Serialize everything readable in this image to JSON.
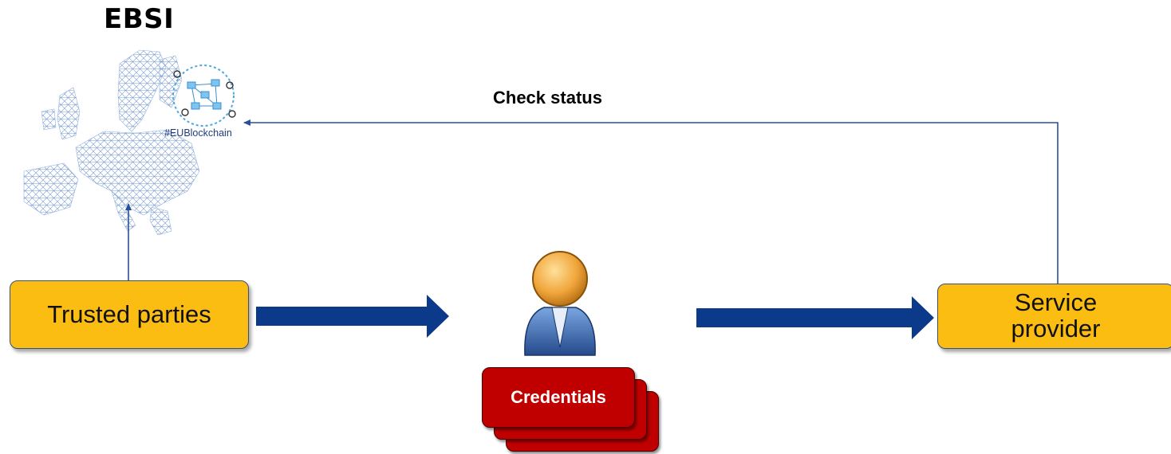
{
  "diagram": {
    "title": "EBSI",
    "map_caption": "#EUBlockchain",
    "check_status_label": "Check status",
    "trusted_parties_label": "Trusted parties",
    "service_provider_label_line1": "Service",
    "service_provider_label_line2": "provider",
    "credentials_label": "Credentials"
  },
  "colors": {
    "box_fill": "#fbbd12",
    "arrow_blue": "#0b3a8a",
    "connector_blue": "#2a4f9a",
    "credential_red": "#c00000",
    "map_blue": "#4f7fc2"
  },
  "icons": {
    "map": "eu-blockchain-map-icon",
    "user": "user-person-icon"
  }
}
